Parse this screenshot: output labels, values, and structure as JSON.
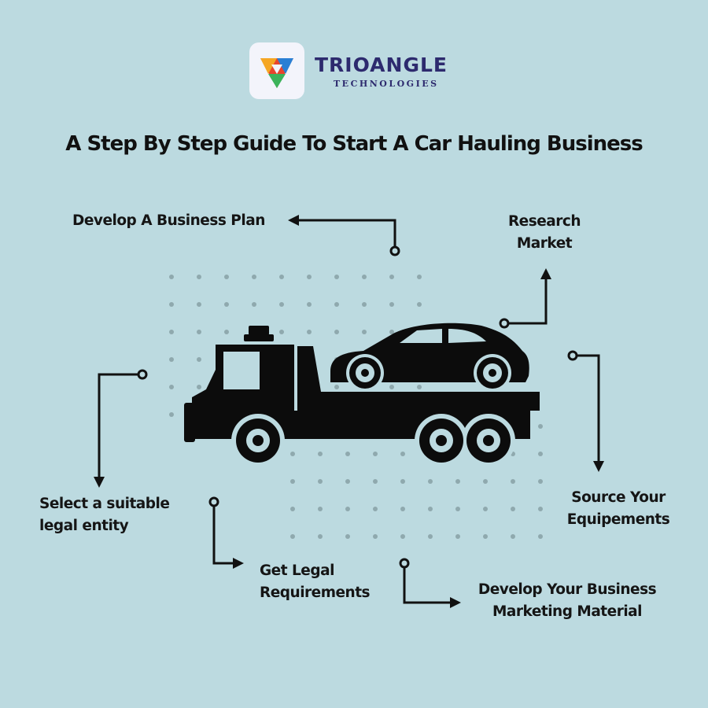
{
  "brand": {
    "name": "TRIOANGLE",
    "subtitle": "TECHNOLOGIES"
  },
  "title": "A Step By Step Guide To Start A Car Hauling Business",
  "steps": {
    "business_plan": "Develop A Business Plan",
    "research_market": [
      "Research",
      "Market"
    ],
    "source_equipment": [
      "Source Your",
      "Equipements"
    ],
    "legal_entity": [
      "Select a suitable",
      "legal entity"
    ],
    "legal_requirements": [
      "Get Legal",
      "Requirements"
    ],
    "marketing_material": [
      "Develop Your Business",
      "Marketing Material"
    ]
  },
  "colors": {
    "background": "#bcdae0",
    "brand_navy": "#2d2a6e",
    "ink": "#111111",
    "dots": "#8fa9ae"
  }
}
